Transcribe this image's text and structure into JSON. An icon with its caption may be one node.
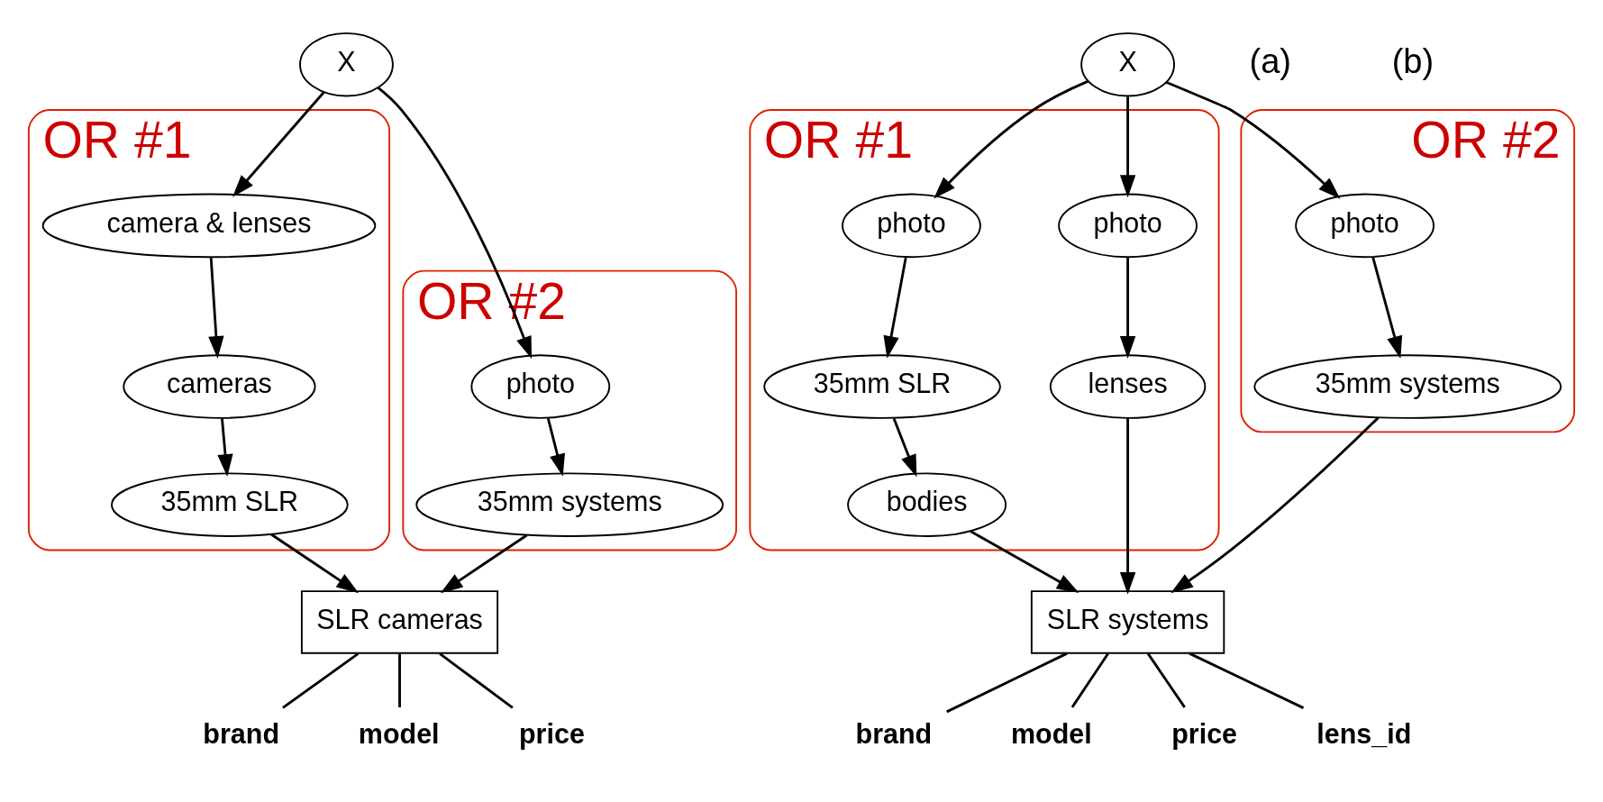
{
  "diagram": {
    "nodes": [
      {
        "text": [
          "X"
        ]
      },
      {
        "text": [
          "OR #1"
        ]
      },
      {
        "text": [
          "camera & lenses"
        ],
        "in": 1
      },
      {
        "text": [
          "cameras"
        ],
        "in": 1
      },
      {
        "text": [
          "35mm SLR"
        ],
        "in": 1
      },
      {
        "text": [
          "OR #2"
        ]
      },
      {
        "text": [
          "photo"
        ],
        "in": 5
      },
      {
        "text": [
          "35mm systems"
        ],
        "in": 5
      },
      {
        "text": [
          "SLR cameras"
        ]
      },
      {
        "text": [
          "brand"
        ]
      },
      {
        "text": [
          "model"
        ]
      },
      {
        "text": [
          "price"
        ]
      },
      {
        "text": [
          "X"
        ]
      },
      {
        "text": [
          "OR #1"
        ]
      },
      {
        "text": [
          "photo"
        ],
        "in": 13
      },
      {
        "text": [
          "35mm SLR"
        ],
        "in": 13
      },
      {
        "text": [
          "bodies"
        ],
        "in": 13
      },
      {
        "text": [
          "photo"
        ],
        "in": 13
      },
      {
        "text": [
          "lenses"
        ],
        "in": 13
      },
      {
        "text": [
          "OR #2"
        ]
      },
      {
        "text": [
          "photo"
        ],
        "in": 19
      },
      {
        "text": [
          "35mm systems"
        ],
        "in": 19
      },
      {
        "text": [
          "SLR systems"
        ]
      },
      {
        "text": [
          "brand"
        ]
      },
      {
        "text": [
          "model"
        ]
      },
      {
        "text": [
          "price"
        ]
      },
      {
        "text": [
          "lens_id"
        ]
      }
    ],
    "edges": [
      {
        "from": 0,
        "to": 2,
        "arrow": "to"
      },
      {
        "from": 0,
        "to": 6,
        "arrow": "to"
      },
      {
        "from": 2,
        "to": 3,
        "arrow": "to"
      },
      {
        "from": 3,
        "to": 4,
        "arrow": "to"
      },
      {
        "from": 6,
        "to": 7,
        "arrow": "to"
      },
      {
        "from": 4,
        "to": 8,
        "arrow": "to"
      },
      {
        "from": 7,
        "to": 8,
        "arrow": "to"
      },
      {
        "from": 8,
        "to": 9,
        "arrow": "none"
      },
      {
        "from": 8,
        "to": 10,
        "arrow": "none"
      },
      {
        "from": 8,
        "to": 11,
        "arrow": "none"
      },
      {
        "from": 12,
        "to": 14,
        "arrow": "to"
      },
      {
        "from": 12,
        "to": 17,
        "arrow": "to"
      },
      {
        "from": 12,
        "to": 20,
        "arrow": "to"
      },
      {
        "from": 14,
        "to": 15,
        "arrow": "to"
      },
      {
        "from": 15,
        "to": 16,
        "arrow": "to"
      },
      {
        "from": 17,
        "to": 18,
        "arrow": "to"
      },
      {
        "from": 20,
        "to": 21,
        "arrow": "to"
      },
      {
        "from": 16,
        "to": 22,
        "arrow": "to"
      },
      {
        "from": 18,
        "to": 22,
        "arrow": "to"
      },
      {
        "from": 21,
        "to": 22,
        "arrow": "to"
      },
      {
        "from": 22,
        "to": 23,
        "arrow": "none"
      },
      {
        "from": 22,
        "to": 24,
        "arrow": "none"
      },
      {
        "from": 22,
        "to": 25,
        "arrow": "none"
      },
      {
        "from": 22,
        "to": 26,
        "arrow": "none"
      }
    ],
    "labels": [
      "(a)",
      "(b)"
    ]
  }
}
